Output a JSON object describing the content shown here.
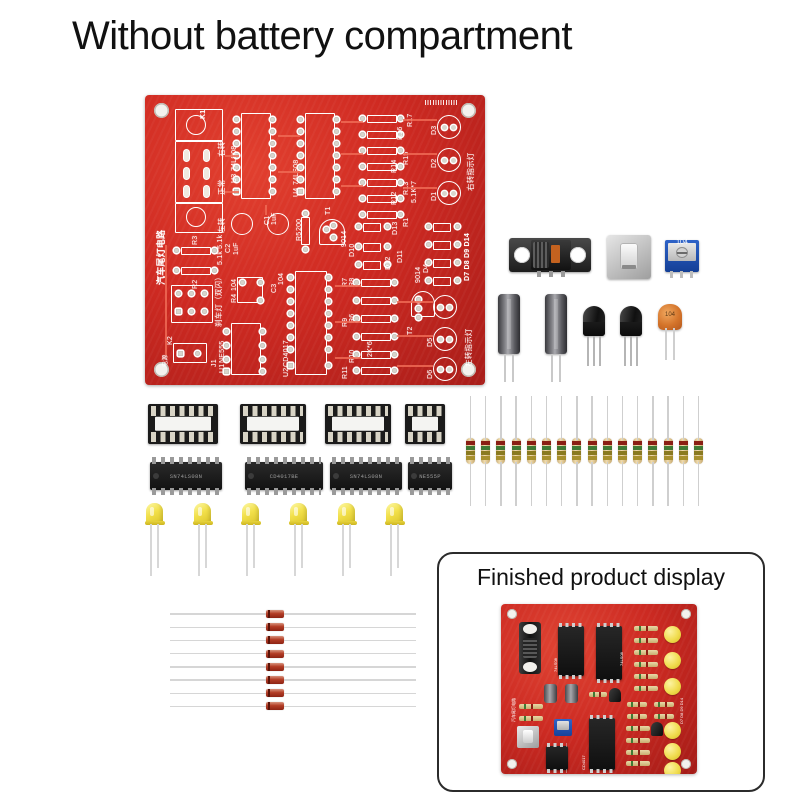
{
  "page": {
    "title": "Without battery compartment",
    "background_color": "#ffffff"
  },
  "finished_panel": {
    "title": "Finished product display"
  },
  "pcb": {
    "color": "#cf2a22",
    "silkscreen_color": "#ffffff",
    "board_name_cn": "汽车尾灯电路",
    "ics": [
      {
        "ref": "U1",
        "part": "NE555"
      },
      {
        "ref": "U2",
        "part": "CD4017"
      },
      {
        "ref": "U3",
        "part": "74LS08"
      },
      {
        "ref": "U4",
        "part": "74LS08"
      }
    ],
    "connectors": [
      {
        "ref": "K1",
        "label": ""
      },
      {
        "ref": "K2",
        "label": ""
      },
      {
        "ref": "J1",
        "label": ""
      }
    ],
    "switch_positions": [
      {
        "label": "右转"
      },
      {
        "label": "正常"
      },
      {
        "label": "左转"
      }
    ],
    "indicator_labels": [
      {
        "label": "右转指示灯"
      },
      {
        "label": "左转指示灯"
      },
      {
        "label": "刹车灯（双闪）"
      },
      {
        "label": "电源"
      }
    ],
    "capacitors": [
      {
        "ref": "C1",
        "value": "1uF"
      },
      {
        "ref": "C2",
        "value": "1uF"
      },
      {
        "ref": "C3",
        "value": "104"
      }
    ],
    "resistor_refs": [
      "R1",
      "R2",
      "R3",
      "R4",
      "R5",
      "R6",
      "R7",
      "R8",
      "R9",
      "R10",
      "R11",
      "R12",
      "R13",
      "R14",
      "R15",
      "R16",
      "R17"
    ],
    "resistor_values": [
      {
        "ref": "R2 R3",
        "value": "5.1k 5.1k"
      },
      {
        "ref": "R4",
        "value": "104"
      },
      {
        "ref": "R5",
        "value": "200"
      },
      {
        "ref": "R12-R17",
        "value": "5.1K*7"
      },
      {
        "ref": "R6-R11",
        "value": "2K*6"
      }
    ],
    "diode_refs": [
      "D1",
      "D2",
      "D3",
      "D4",
      "D5",
      "D6",
      "D7",
      "D8",
      "D9",
      "D10",
      "D11",
      "D12",
      "D13",
      "D14"
    ],
    "diode_group_labels": [
      "D7 D8 D9 D14"
    ],
    "transistors": [
      {
        "ref": "T1",
        "part": "9014"
      },
      {
        "ref": "T2",
        "part": "9014"
      }
    ],
    "top_marking": "barcode"
  },
  "parts_kit": {
    "switch": {
      "name": "slide-switch",
      "count": 1
    },
    "push_button": {
      "name": "tact-switch",
      "count": 1
    },
    "trimmer": {
      "name": "trimmer-potentiometer",
      "count": 1,
      "label": "104"
    },
    "electrolytic_caps": {
      "count": 2
    },
    "transistors": {
      "count": 2,
      "package": "TO-92"
    },
    "ceramic_cap": {
      "count": 1,
      "label": "104"
    },
    "sockets": [
      {
        "pins": 16
      },
      {
        "pins": 16
      },
      {
        "pins": 16
      },
      {
        "pins": 8
      }
    ],
    "ic_chips": [
      {
        "pins": 14,
        "marking": "SN74LS08N"
      },
      {
        "pins": 16,
        "marking": "CD4017BE"
      },
      {
        "pins": 14,
        "marking": "SN74LS08N"
      },
      {
        "pins": 8,
        "marking": "NE555P"
      }
    ],
    "resistors_vertical": {
      "count": 16
    },
    "leds": {
      "count": 6,
      "color": "#f2e04a"
    },
    "diodes_horizontal": {
      "count": 8
    }
  }
}
